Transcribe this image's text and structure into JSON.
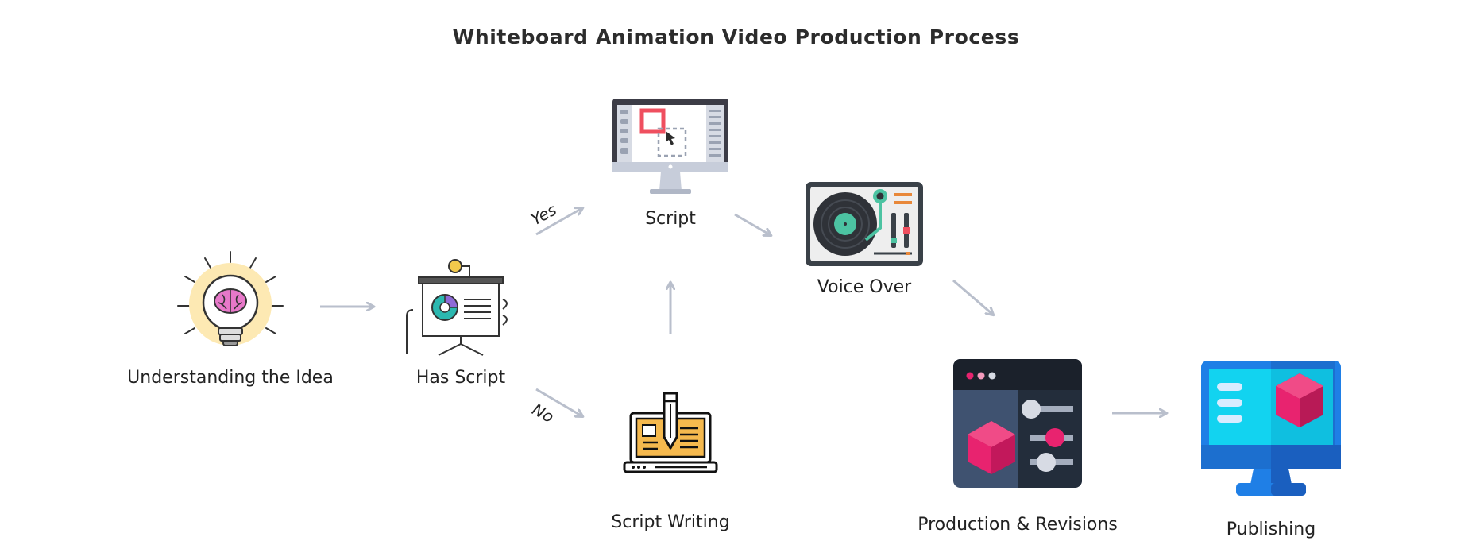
{
  "title": "Whiteboard Animation Video Production Process",
  "colors": {
    "arrow": "#b9bfcc",
    "text": "#222222",
    "publishing_blue": "#1f7fe6",
    "publishing_cyan": "#12d3f0",
    "cube_pink": "#e8236f"
  },
  "nodes": [
    {
      "id": "understanding",
      "label": "Understanding the Idea",
      "icon": "lightbulb-brain-icon"
    },
    {
      "id": "has_script",
      "label": "Has Script",
      "icon": "presentation-board-icon"
    },
    {
      "id": "script",
      "label": "Script",
      "icon": "design-monitor-icon"
    },
    {
      "id": "script_writing",
      "label": "Script Writing",
      "icon": "laptop-writing-icon"
    },
    {
      "id": "voice_over",
      "label": "Voice Over",
      "icon": "turntable-icon"
    },
    {
      "id": "production",
      "label": "Production & Revisions",
      "icon": "3d-editor-window-icon"
    },
    {
      "id": "publishing",
      "label": "Publishing",
      "icon": "monitor-cube-icon"
    }
  ],
  "edges": [
    {
      "from": "understanding",
      "to": "has_script",
      "label": ""
    },
    {
      "from": "has_script",
      "to": "script",
      "label": "Yes"
    },
    {
      "from": "has_script",
      "to": "script_writing",
      "label": "No"
    },
    {
      "from": "script_writing",
      "to": "script",
      "label": ""
    },
    {
      "from": "script",
      "to": "voice_over",
      "label": ""
    },
    {
      "from": "voice_over",
      "to": "production",
      "label": ""
    },
    {
      "from": "production",
      "to": "publishing",
      "label": ""
    }
  ]
}
